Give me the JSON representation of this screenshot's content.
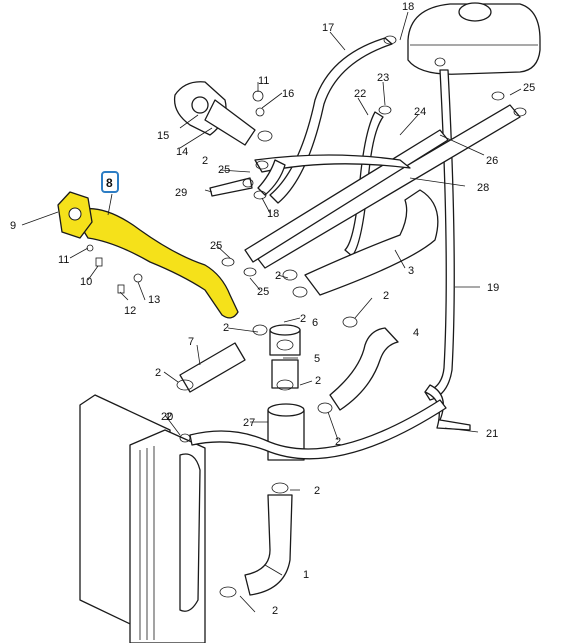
{
  "colors": {
    "highlight": "#f5e11a",
    "tag_border": "#2d7dc4"
  },
  "selected_part": "8",
  "labels": {
    "l1": "1",
    "l2a": "2",
    "l2b": "2",
    "l2c": "2",
    "l2d": "2",
    "l2e": "2",
    "l2f": "2",
    "l2g": "2",
    "l2h": "2",
    "l2i": "2",
    "l2j": "2",
    "l2k": "2",
    "l3": "3",
    "l4": "4",
    "l5": "5",
    "l6": "6",
    "l7": "7",
    "l9": "9",
    "l10": "10",
    "l11a": "11",
    "l11b": "11",
    "l12": "12",
    "l13": "13",
    "l14": "14",
    "l15": "15",
    "l16": "16",
    "l17": "17",
    "l18a": "18",
    "l18b": "18",
    "l19": "19",
    "l20": "20",
    "l21": "21",
    "l22": "22",
    "l23": "23",
    "l24": "24",
    "l25a": "25",
    "l25b": "25",
    "l25c": "25",
    "l25d": "25",
    "l26": "26",
    "l27": "27",
    "l28": "28",
    "l29": "29"
  }
}
